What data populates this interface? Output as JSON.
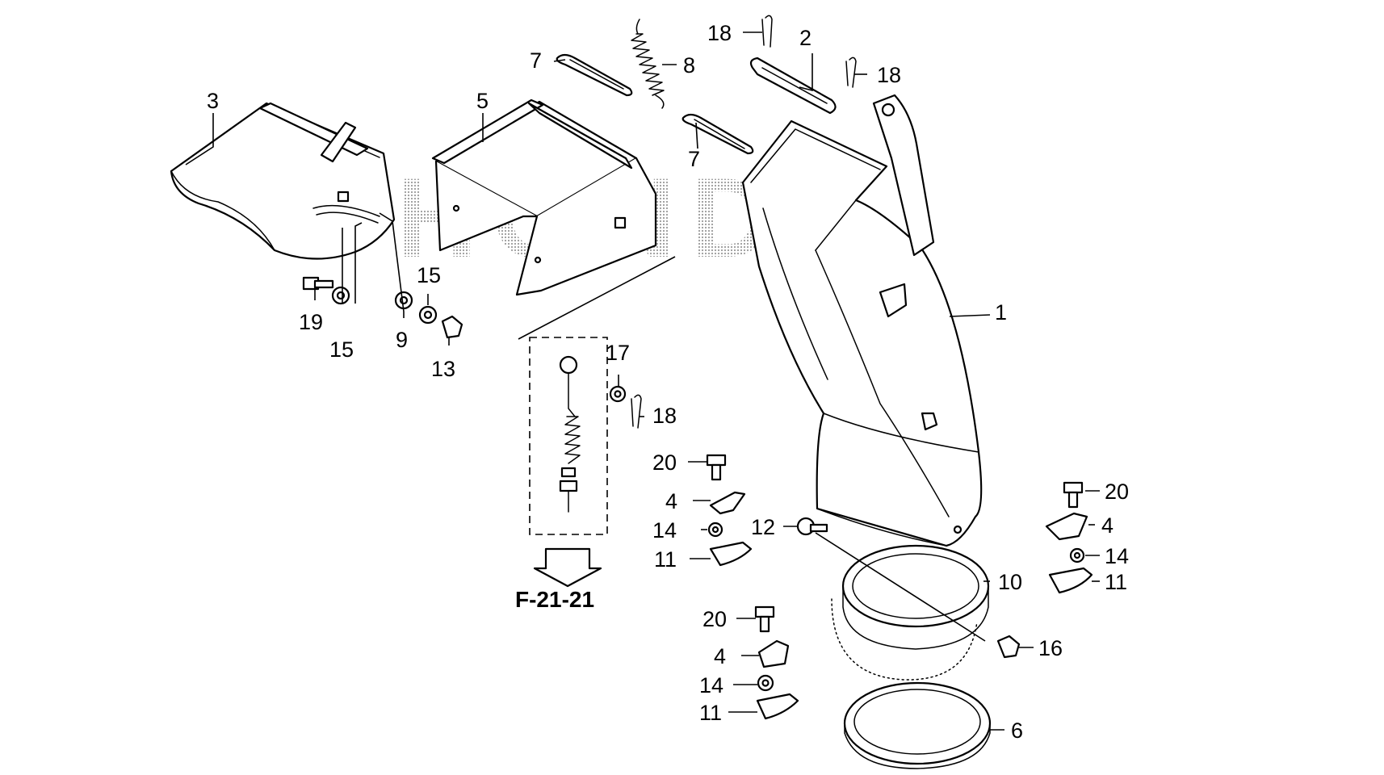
{
  "watermark": "HONDA",
  "reference_label": "F-21-21",
  "callouts": {
    "c1": "1",
    "c2": "2",
    "c3": "3",
    "c4a": "4",
    "c4b": "4",
    "c4c": "4",
    "c5": "5",
    "c6": "6",
    "c7a": "7",
    "c7b": "7",
    "c8": "8",
    "c9": "9",
    "c10": "10",
    "c11a": "11",
    "c11b": "11",
    "c11c": "11",
    "c12": "12",
    "c13": "13",
    "c14a": "14",
    "c14b": "14",
    "c14c": "14",
    "c15a": "15",
    "c15b": "15",
    "c16": "16",
    "c17": "17",
    "c18a": "18",
    "c18b": "18",
    "c18c": "18",
    "c19": "19",
    "c20a": "20",
    "c20b": "20",
    "c20c": "20"
  }
}
